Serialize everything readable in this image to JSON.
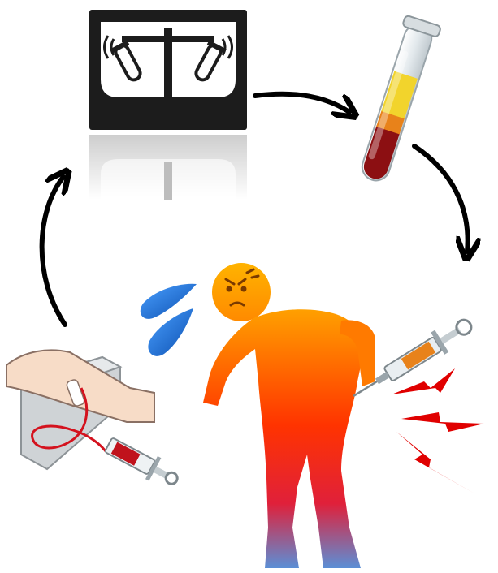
{
  "diagram": {
    "type": "cycle",
    "steps": [
      {
        "id": "centrifuge",
        "icon": "centrifuge-icon"
      },
      {
        "id": "separated-blood-tube",
        "icon": "test-tube-icon"
      },
      {
        "id": "injection-into-painful-back",
        "icon": "injection-syringe-icon"
      },
      {
        "id": "blood-draw-from-arm",
        "icon": "blood-draw-icon"
      }
    ],
    "colors": {
      "arrow": "#000000",
      "centrifuge": "#1a1a1a",
      "plasma_yellow": "#f2d42c",
      "buffy_orange": "#e8821a",
      "red_cells": "#8c0f12",
      "person_top": "#ff9900",
      "person_mid": "#ff2200",
      "person_bottom": "#5a8fd8",
      "sweat": "#1f6fd8",
      "pain_bolt": "#e00000",
      "blood": "#d4121e",
      "skin": "#f7dcc7"
    }
  }
}
